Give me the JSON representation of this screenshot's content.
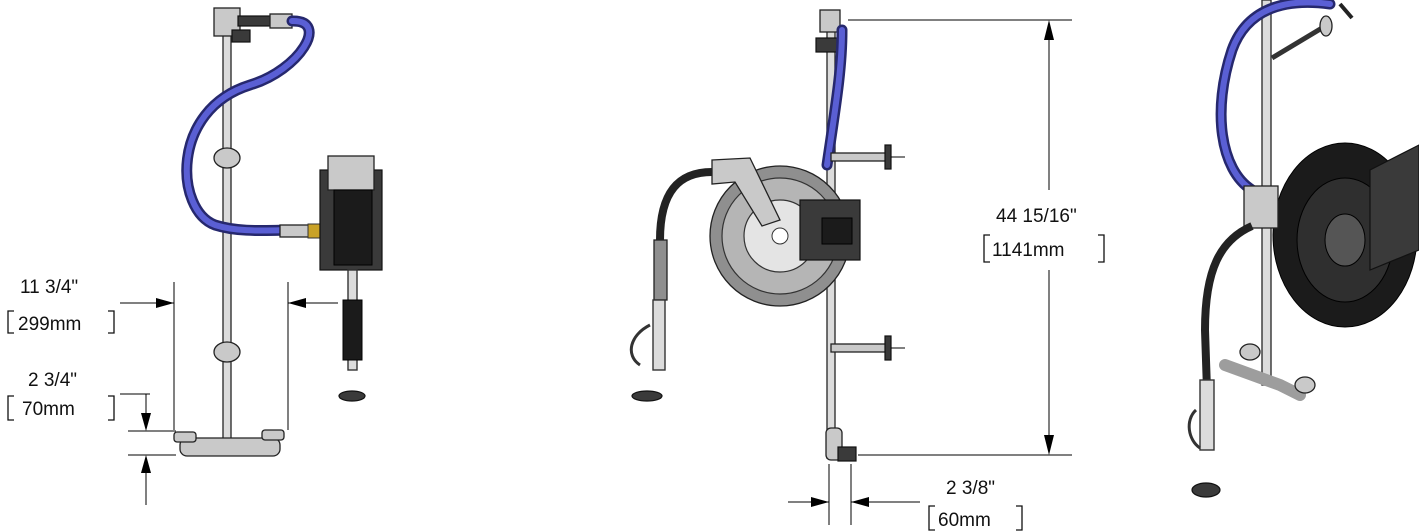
{
  "dimensions": {
    "width_imperial": "11 3/4\"",
    "width_metric": "299mm",
    "spout_imperial": "2 3/4\"",
    "spout_metric": "70mm",
    "height_imperial": "44 15/16\"",
    "height_metric": "1141mm",
    "wall_imperial": "2 3/8\"",
    "wall_metric": "60mm"
  },
  "colors": {
    "hose": "#26286e",
    "hose_highlight": "#5a5fd4",
    "metal": "#c9c9c9",
    "reel_gray": "#8f8f8f"
  }
}
